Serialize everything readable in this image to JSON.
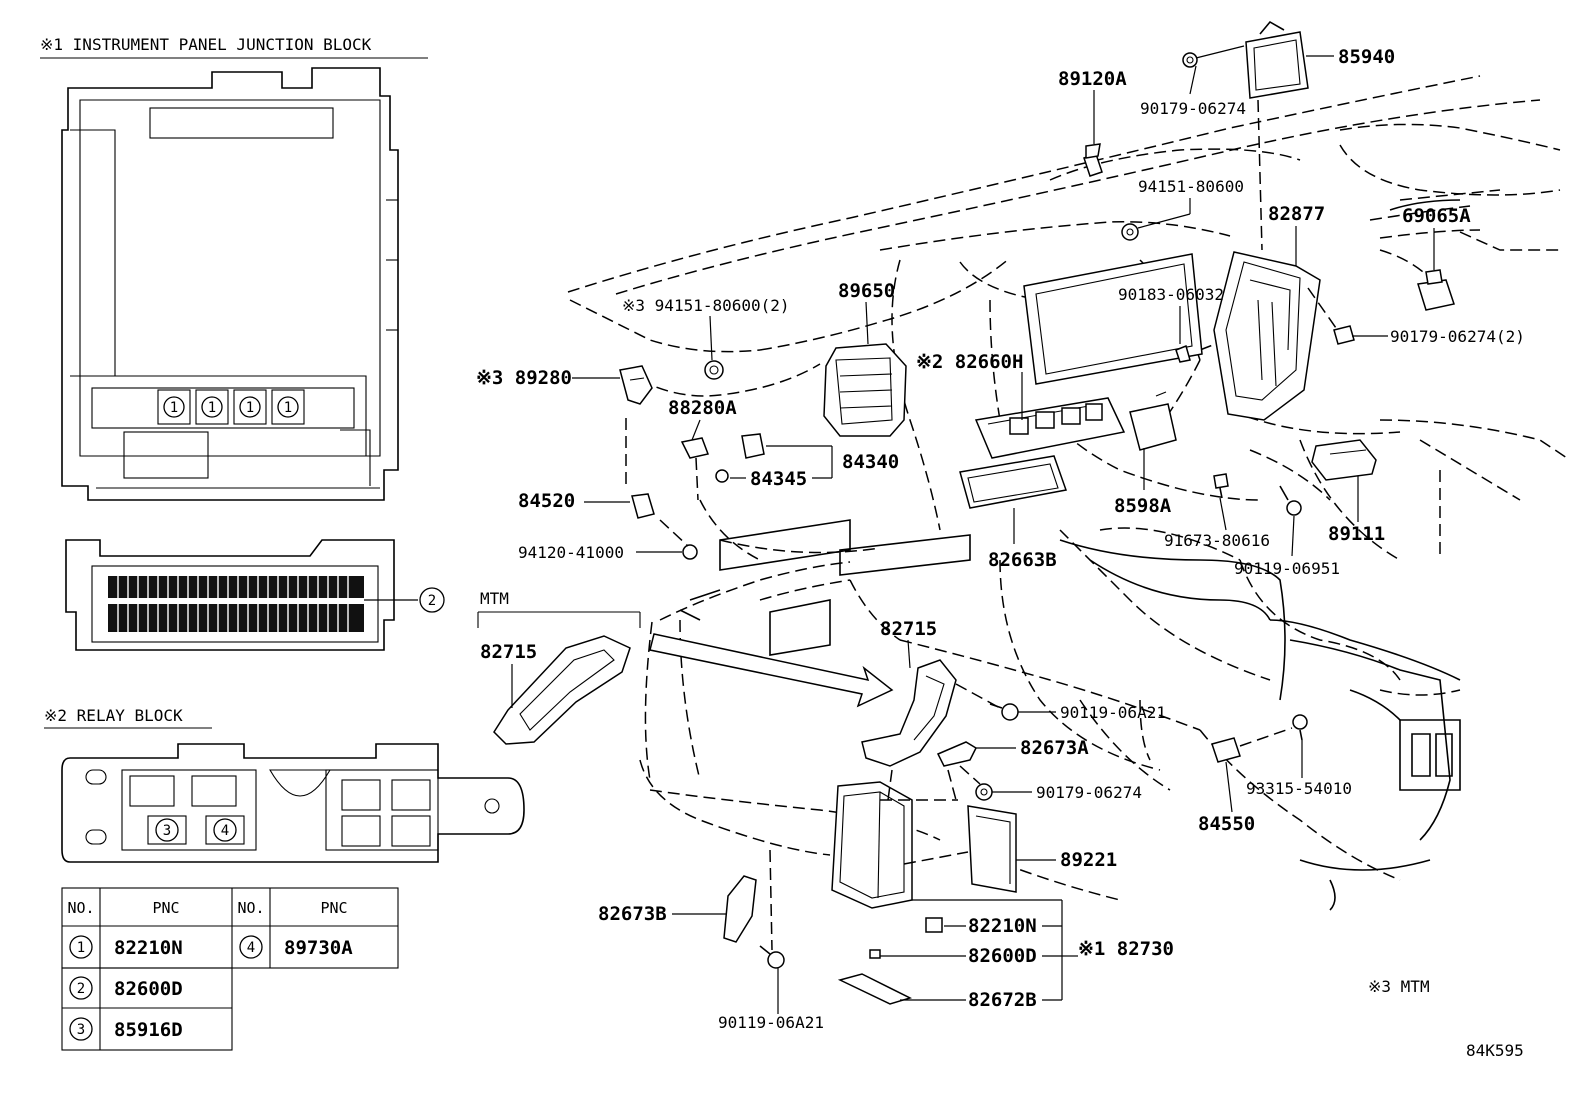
{
  "captions": {
    "jb": "※1 INSTRUMENT PANEL JUNCTION BLOCK",
    "relay": "※2 RELAY BLOCK",
    "mtm": "MTM",
    "note3": "※3 MTM",
    "ref": "84K595"
  },
  "callouts": {
    "jb_top": [
      "1",
      "1",
      "1",
      "1"
    ],
    "jb_side": "2",
    "relay_a": "3",
    "relay_b": "4"
  },
  "table": {
    "headers": [
      "NO.",
      "PNC",
      "NO.",
      "PNC"
    ],
    "rows": [
      {
        "no": "1",
        "pnc": "82210N",
        "no2": "4",
        "pnc2": "89730A"
      },
      {
        "no": "2",
        "pnc": "82600D"
      },
      {
        "no": "3",
        "pnc": "85916D"
      }
    ]
  },
  "parts": {
    "p85940": "85940",
    "p90179_a": "90179-06274",
    "p89120A": "89120A",
    "p94151_a": "94151-80600",
    "p82877": "82877",
    "p69065A": "69065A",
    "p90183": "90183-06032",
    "p90179_b": "90179-06274(2)",
    "p94151_b": "※3 94151-80600(2)",
    "p89650": "89650",
    "p82660H": "※2 82660H",
    "p89280": "※3 89280",
    "p88280A": "88280A",
    "p84340": "84340",
    "p84345": "84345",
    "p84520": "84520",
    "p8598A": "8598A",
    "p89111": "89111",
    "p91673": "91673-80616",
    "p94120": "94120-41000",
    "p82663B": "82663B",
    "p90119_a": "90119-06951",
    "p82715_a": "82715",
    "p82715_b": "82715",
    "p90119_b": "90119-06A21",
    "p82673A": "82673A",
    "p90179_c": "90179-06274",
    "p84550": "84550",
    "p93315": "93315-54010",
    "p89221": "89221",
    "p82673B": "82673B",
    "p82210N": "82210N",
    "p82600D": "82600D",
    "p82730": "※1 82730",
    "p82672B": "82672B",
    "p90119_c": "90119-06A21"
  }
}
